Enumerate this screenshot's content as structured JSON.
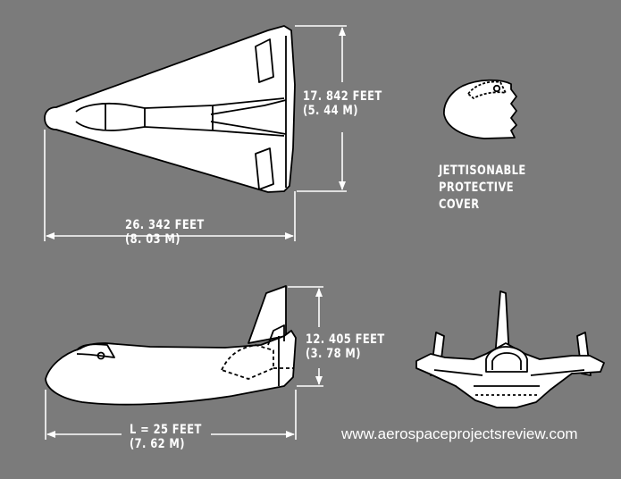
{
  "labels": {
    "span": {
      "feet": "17. 842 FEET",
      "meters": "(5. 44 M)"
    },
    "top_length": {
      "feet": "26. 342 FEET",
      "meters": "(8. 03 M)"
    },
    "height": {
      "feet": "12. 405 FEET",
      "meters": "(3. 78 M)"
    },
    "side_length": {
      "feet": "L = 25 FEET",
      "meters": "(7. 62 M)"
    },
    "cover": {
      "line1": "JETTISONABLE",
      "line2": "PROTECTIVE",
      "line3": "COVER"
    }
  },
  "watermark": "www.aerospaceprojectsreview.com",
  "colors": {
    "background": "#7b7b7b",
    "airframe": "#ffffff",
    "ink": "#000000"
  }
}
